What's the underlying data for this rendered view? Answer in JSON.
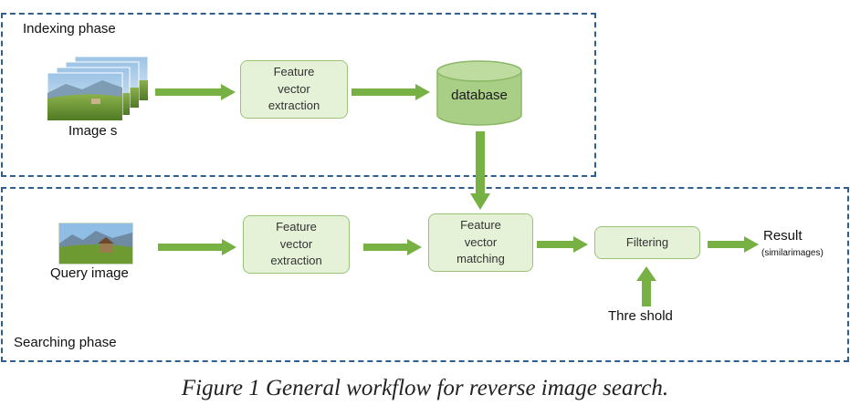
{
  "diagram": {
    "indexing_phase": {
      "label": "Indexing phase",
      "images_label": "Image s",
      "feature_extraction": [
        "Feature",
        "vector",
        "extraction"
      ],
      "database_label": "database"
    },
    "searching_phase": {
      "label": "Searching phase",
      "query_image_label": "Query image",
      "feature_extraction": [
        "Feature",
        "vector",
        "extraction"
      ],
      "feature_matching": [
        "Feature",
        "vector",
        "matching"
      ],
      "filtering_label": "Filtering",
      "threshold_label": "Thre shold",
      "result_label": "Result",
      "result_sub": "(similarimages)"
    },
    "caption": "Figure 1 General workflow for reverse image search."
  },
  "colors": {
    "box_fill": "#e6f2d8",
    "box_border": "#9bc27a",
    "arrow": "#77b043",
    "db_fill": "#a9cf86",
    "dash_border": "#2f5f8f"
  }
}
